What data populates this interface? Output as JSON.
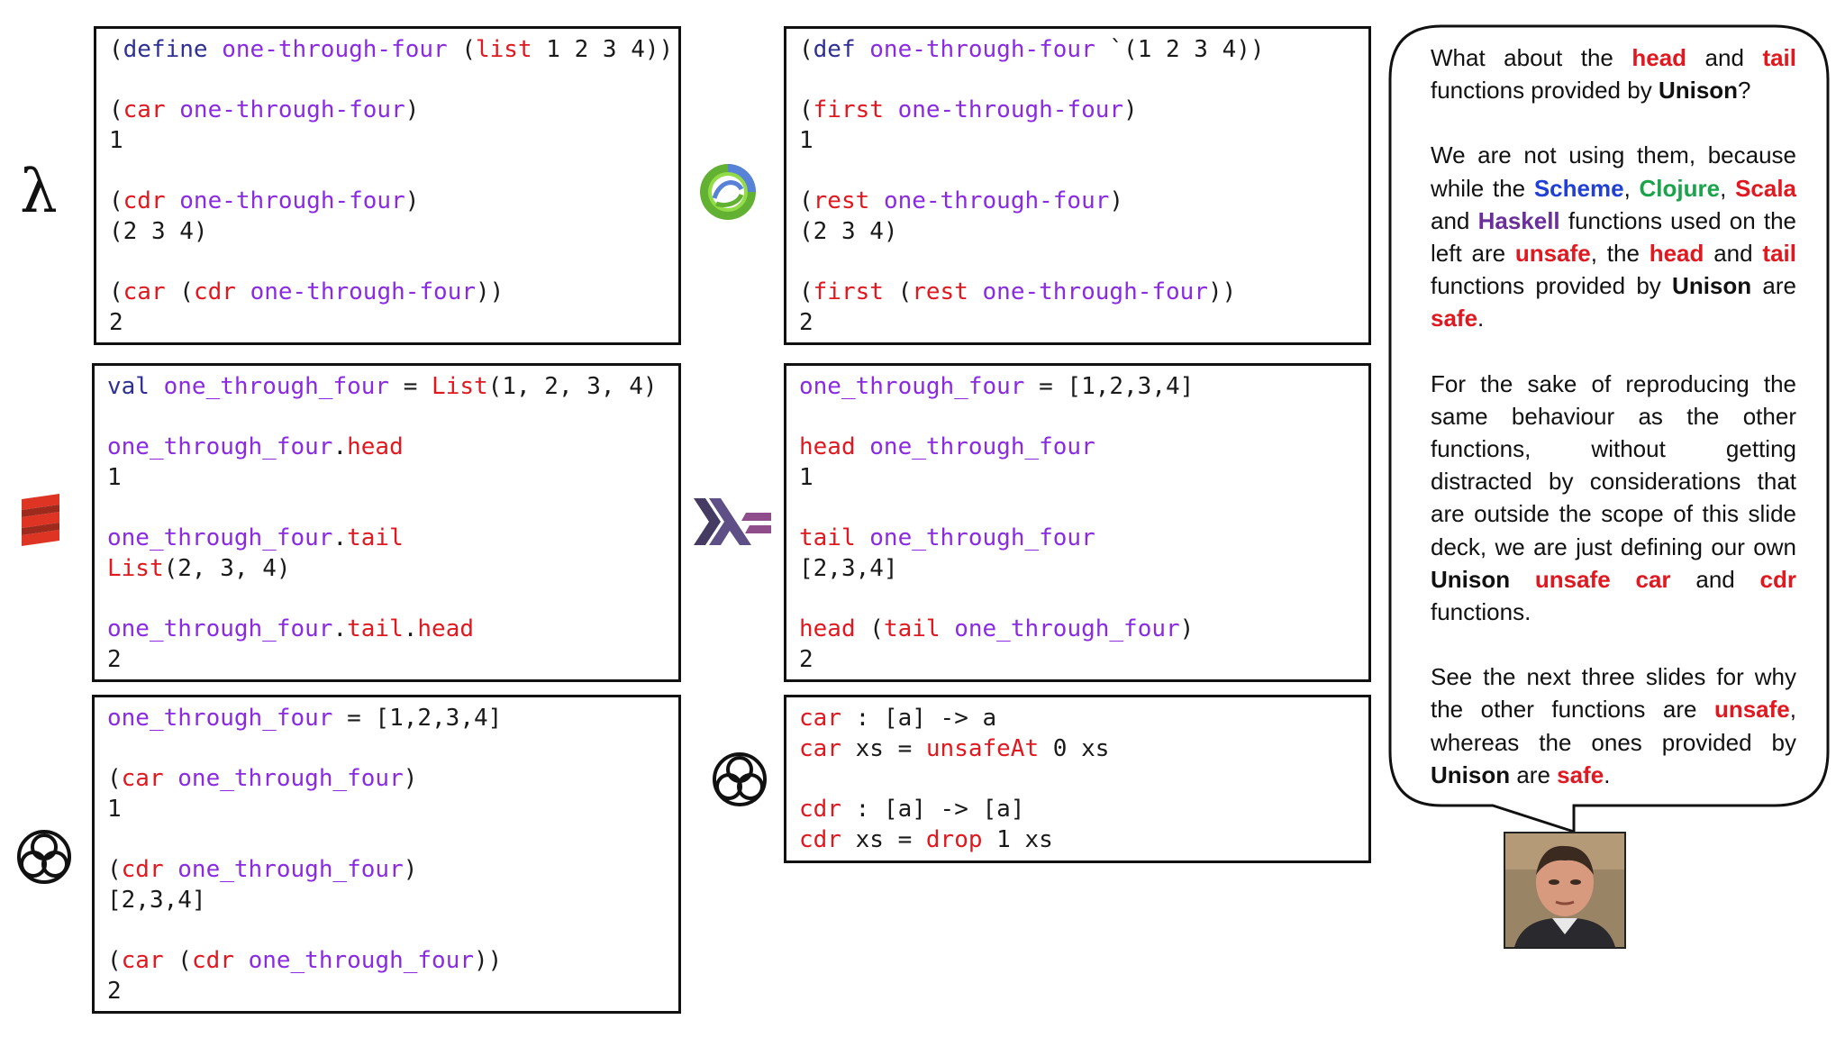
{
  "panels": {
    "scheme": {
      "lines": [
        {
          "t": [
            [
              "(",
              "p"
            ],
            [
              "define",
              "def"
            ],
            [
              " ",
              "p"
            ],
            [
              "one-through-four",
              "id"
            ],
            [
              " (",
              "p"
            ],
            [
              "list",
              "kw"
            ],
            [
              " 1 2 3 4))",
              "p"
            ]
          ]
        },
        {
          "blank": true
        },
        {
          "t": [
            [
              "(",
              "p"
            ],
            [
              "car",
              "kw"
            ],
            [
              " ",
              "p"
            ],
            [
              "one-through-four",
              "id"
            ],
            [
              ")",
              "p"
            ]
          ]
        },
        {
          "t": [
            [
              "1",
              "p"
            ]
          ]
        },
        {
          "blank": true
        },
        {
          "t": [
            [
              "(",
              "p"
            ],
            [
              "cdr",
              "kw"
            ],
            [
              " ",
              "p"
            ],
            [
              "one-through-four",
              "id"
            ],
            [
              ")",
              "p"
            ]
          ]
        },
        {
          "t": [
            [
              "(2 3 4)",
              "p"
            ]
          ]
        },
        {
          "blank": true
        },
        {
          "t": [
            [
              "(",
              "p"
            ],
            [
              "car",
              "kw"
            ],
            [
              " (",
              "p"
            ],
            [
              "cdr",
              "kw"
            ],
            [
              " ",
              "p"
            ],
            [
              "one-through-four",
              "id"
            ],
            [
              "))",
              "p"
            ]
          ]
        },
        {
          "t": [
            [
              "2",
              "p"
            ]
          ]
        }
      ]
    },
    "clojure": {
      "lines": [
        {
          "t": [
            [
              "(",
              "p"
            ],
            [
              "def",
              "def"
            ],
            [
              " ",
              "p"
            ],
            [
              "one-through-four",
              "id"
            ],
            [
              " `(1 2 3 4))",
              "p"
            ]
          ]
        },
        {
          "blank": true
        },
        {
          "t": [
            [
              "(",
              "p"
            ],
            [
              "first",
              "kw"
            ],
            [
              " ",
              "p"
            ],
            [
              "one-through-four",
              "id"
            ],
            [
              ")",
              "p"
            ]
          ]
        },
        {
          "t": [
            [
              "1",
              "p"
            ]
          ]
        },
        {
          "blank": true
        },
        {
          "t": [
            [
              "(",
              "p"
            ],
            [
              "rest",
              "kw"
            ],
            [
              " ",
              "p"
            ],
            [
              "one-through-four",
              "id"
            ],
            [
              ")",
              "p"
            ]
          ]
        },
        {
          "t": [
            [
              "(2 3 4)",
              "p"
            ]
          ]
        },
        {
          "blank": true
        },
        {
          "t": [
            [
              "(",
              "p"
            ],
            [
              "first",
              "kw"
            ],
            [
              " (",
              "p"
            ],
            [
              "rest",
              "kw"
            ],
            [
              " ",
              "p"
            ],
            [
              "one-through-four",
              "id"
            ],
            [
              "))",
              "p"
            ]
          ]
        },
        {
          "t": [
            [
              "2",
              "p"
            ]
          ]
        }
      ]
    },
    "scala": {
      "lines": [
        {
          "t": [
            [
              "val",
              "def"
            ],
            [
              " ",
              "p"
            ],
            [
              "one_through_four",
              "id"
            ],
            [
              " = ",
              "p"
            ],
            [
              "List",
              "kw"
            ],
            [
              "(1, 2, 3, 4)",
              "p"
            ]
          ]
        },
        {
          "blank": true
        },
        {
          "t": [
            [
              "one_through_four",
              "id"
            ],
            [
              ".",
              "p"
            ],
            [
              "head",
              "kw"
            ]
          ]
        },
        {
          "t": [
            [
              "1",
              "p"
            ]
          ]
        },
        {
          "blank": true
        },
        {
          "t": [
            [
              "one_through_four",
              "id"
            ],
            [
              ".",
              "p"
            ],
            [
              "tail",
              "kw"
            ]
          ]
        },
        {
          "t": [
            [
              "List",
              "kw"
            ],
            [
              "(2, 3, 4)",
              "p"
            ]
          ]
        },
        {
          "blank": true
        },
        {
          "t": [
            [
              "one_through_four",
              "id"
            ],
            [
              ".",
              "p"
            ],
            [
              "tail",
              "kw"
            ],
            [
              ".",
              "p"
            ],
            [
              "head",
              "kw"
            ]
          ]
        },
        {
          "t": [
            [
              "2",
              "p"
            ]
          ]
        }
      ]
    },
    "haskell": {
      "lines": [
        {
          "t": [
            [
              "one_through_four",
              "id"
            ],
            [
              " = [1,2,3,4]",
              "p"
            ]
          ]
        },
        {
          "blank": true
        },
        {
          "t": [
            [
              "head",
              "kw"
            ],
            [
              " ",
              "p"
            ],
            [
              "one_through_four",
              "id"
            ]
          ]
        },
        {
          "t": [
            [
              "1",
              "p"
            ]
          ]
        },
        {
          "blank": true
        },
        {
          "t": [
            [
              "tail",
              "kw"
            ],
            [
              " ",
              "p"
            ],
            [
              "one_through_four",
              "id"
            ]
          ]
        },
        {
          "t": [
            [
              "[2,3,4]",
              "p"
            ]
          ]
        },
        {
          "blank": true
        },
        {
          "t": [
            [
              "head",
              "kw"
            ],
            [
              " (",
              "p"
            ],
            [
              "tail",
              "kw"
            ],
            [
              " ",
              "p"
            ],
            [
              "one_through_four",
              "id"
            ],
            [
              ")",
              "p"
            ]
          ]
        },
        {
          "t": [
            [
              "2",
              "p"
            ]
          ]
        }
      ]
    },
    "unison": {
      "lines": [
        {
          "t": [
            [
              "one_through_four",
              "id"
            ],
            [
              " = [1,2,3,4]",
              "p"
            ]
          ]
        },
        {
          "blank": true
        },
        {
          "t": [
            [
              "(",
              "p"
            ],
            [
              "car",
              "kw"
            ],
            [
              " ",
              "p"
            ],
            [
              "one_through_four",
              "id"
            ],
            [
              ")",
              "p"
            ]
          ]
        },
        {
          "t": [
            [
              "1",
              "p"
            ]
          ]
        },
        {
          "blank": true
        },
        {
          "t": [
            [
              "(",
              "p"
            ],
            [
              "cdr",
              "kw"
            ],
            [
              " ",
              "p"
            ],
            [
              "one_through_four",
              "id"
            ],
            [
              ")",
              "p"
            ]
          ]
        },
        {
          "t": [
            [
              "[2,3,4]",
              "p"
            ]
          ]
        },
        {
          "blank": true
        },
        {
          "t": [
            [
              "(",
              "p"
            ],
            [
              "car",
              "kw"
            ],
            [
              " (",
              "p"
            ],
            [
              "cdr",
              "kw"
            ],
            [
              " ",
              "p"
            ],
            [
              "one_through_four",
              "id"
            ],
            [
              "))",
              "p"
            ]
          ]
        },
        {
          "t": [
            [
              "2",
              "p"
            ]
          ]
        }
      ]
    },
    "unison_defs": {
      "lines": [
        {
          "t": [
            [
              "car",
              "kw"
            ],
            [
              " : [a] -> a",
              "p"
            ]
          ]
        },
        {
          "t": [
            [
              "car",
              "kw"
            ],
            [
              " xs = ",
              "p"
            ],
            [
              "unsafeAt",
              "kw"
            ],
            [
              " 0 xs",
              "p"
            ]
          ]
        },
        {
          "blank": true
        },
        {
          "t": [
            [
              "cdr",
              "kw"
            ],
            [
              " : [a] -> [a]",
              "p"
            ]
          ]
        },
        {
          "t": [
            [
              "cdr",
              "kw"
            ],
            [
              " xs = ",
              "p"
            ],
            [
              "drop",
              "kw"
            ],
            [
              " 1 xs",
              "p"
            ]
          ]
        }
      ]
    }
  },
  "icons": {
    "lambda": "λ",
    "clojure": "clojure-logo-icon",
    "scala": "scala-logo-icon",
    "haskell": "haskell-logo-icon",
    "unison": "unison-logo-icon"
  },
  "bubble": {
    "paragraphs": [
      [
        [
          "What about the ",
          ""
        ],
        [
          "head",
          "red"
        ],
        [
          " and ",
          ""
        ],
        [
          "tail",
          "red"
        ],
        [
          " functions provided by ",
          ""
        ],
        [
          "Unison",
          "bold"
        ],
        [
          "?",
          ""
        ]
      ],
      [
        [
          "We are not using them, because while the ",
          ""
        ],
        [
          "Scheme",
          "blue"
        ],
        [
          ", ",
          ""
        ],
        [
          "Clojure",
          "green"
        ],
        [
          ", ",
          ""
        ],
        [
          "Scala",
          "red"
        ],
        [
          " and ",
          ""
        ],
        [
          "Haskell",
          "purple"
        ],
        [
          " functions used on the left are ",
          ""
        ],
        [
          "unsafe",
          "red"
        ],
        [
          ", the ",
          ""
        ],
        [
          "head",
          "red"
        ],
        [
          " and ",
          ""
        ],
        [
          "tail",
          "red"
        ],
        [
          " functions provided by ",
          ""
        ],
        [
          "Unison",
          "bold"
        ],
        [
          " are ",
          ""
        ],
        [
          "safe",
          "red"
        ],
        [
          ".",
          ""
        ]
      ],
      [
        [
          "For the sake of reproducing the same behaviour as the other functions, without getting distracted by considerations that are outside the scope of this slide deck, we are just defining our own ",
          ""
        ],
        [
          "Unison",
          "bold"
        ],
        [
          " ",
          ""
        ],
        [
          "unsafe",
          "red"
        ],
        [
          " ",
          ""
        ],
        [
          "car",
          "red"
        ],
        [
          " and ",
          ""
        ],
        [
          "cdr",
          "red"
        ],
        [
          " functions.",
          ""
        ]
      ],
      [
        [
          "See the next three slides for why the other functions are ",
          ""
        ],
        [
          "unsafe",
          "red"
        ],
        [
          ", whereas the ones provided by ",
          ""
        ],
        [
          "Unison",
          "bold"
        ],
        [
          " are ",
          ""
        ],
        [
          "safe",
          "red"
        ],
        [
          ".",
          ""
        ]
      ]
    ]
  },
  "colors": {
    "keyword": "#e0181f",
    "definer": "#2e3192",
    "identifier": "#8a2be2"
  }
}
